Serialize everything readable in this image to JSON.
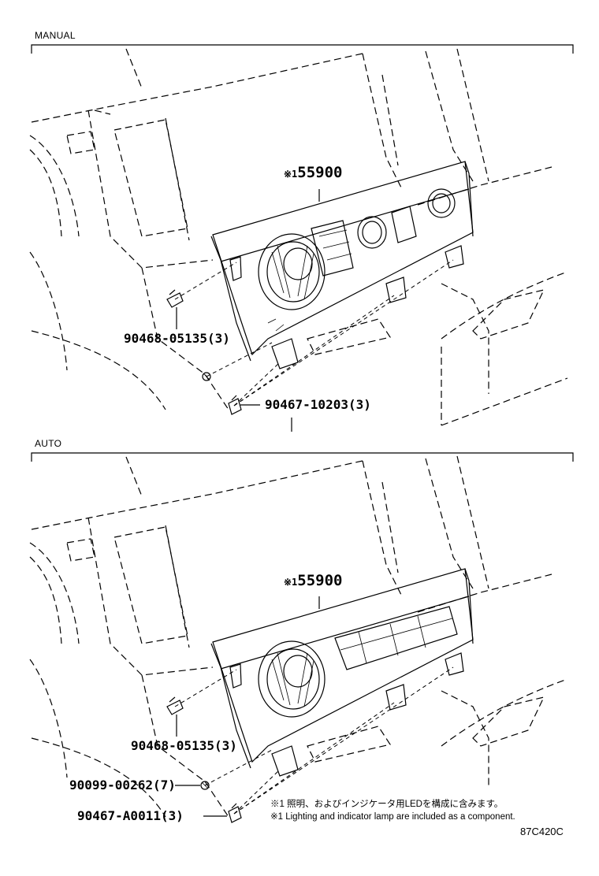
{
  "manual": {
    "title": "MANUAL",
    "panel_ref_mark": "※1",
    "panel_part": "55900",
    "clip_part": "90468-05135(3)",
    "lower_clip_part": "90467-10203(3)"
  },
  "auto": {
    "title": "AUTO",
    "panel_ref_mark": "※1",
    "panel_part": "55900",
    "clip_part": "90468-05135(3)",
    "screw_part": "90099-00262(7)",
    "lower_clip_part": "90467-A0011(3)"
  },
  "notes": {
    "jp": "※1 照明、およびインジケータ用LEDを構成に含みます。",
    "en": "※1 Lighting and indicator lamp are included as a component."
  },
  "diagram_code": "87C420C"
}
